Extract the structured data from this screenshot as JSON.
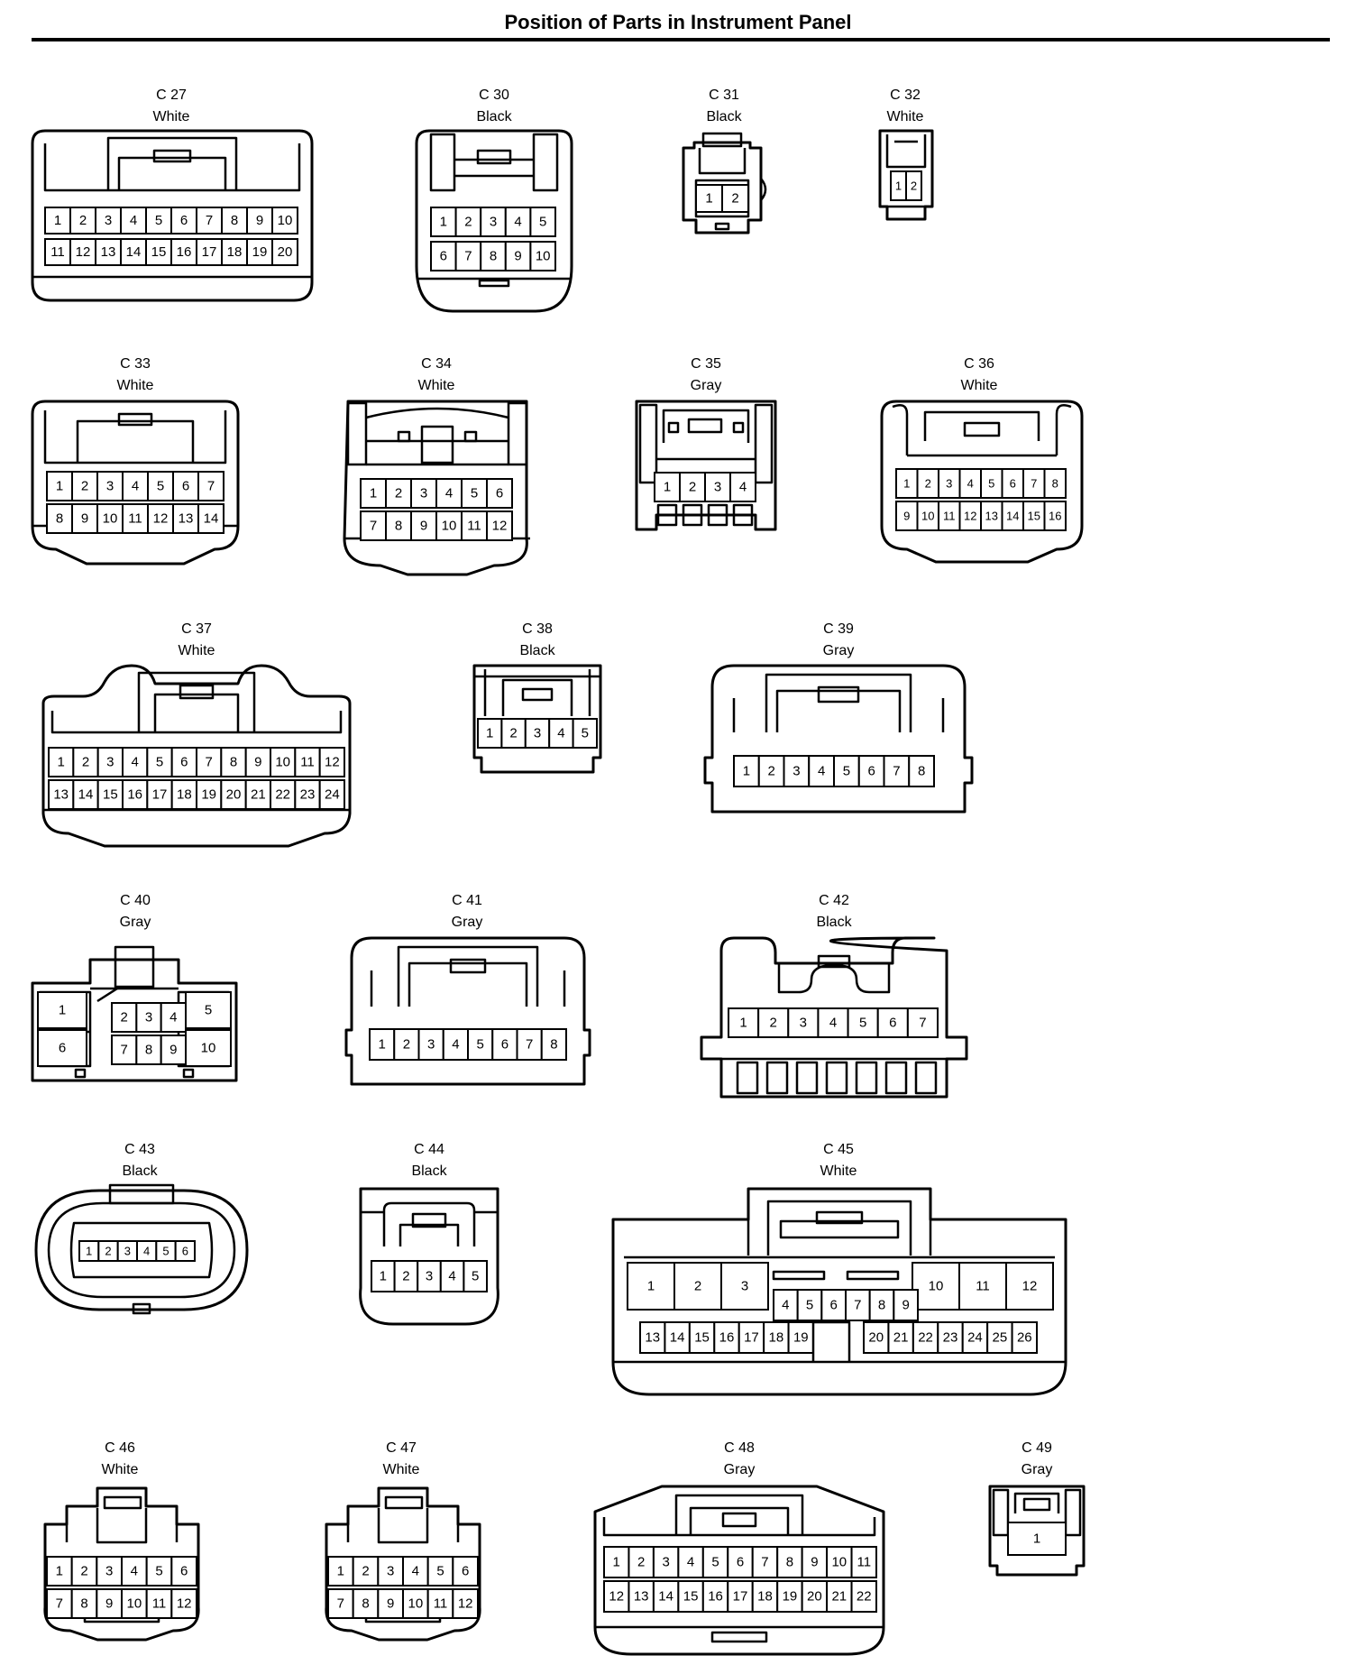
{
  "page": {
    "title": "Position of Parts in Instrument Panel"
  },
  "connectors": [
    {
      "id": "C 27",
      "color": "White"
    },
    {
      "id": "C 30",
      "color": "Black"
    },
    {
      "id": "C 31",
      "color": "Black"
    },
    {
      "id": "C 32",
      "color": "White"
    },
    {
      "id": "C 33",
      "color": "White"
    },
    {
      "id": "C 34",
      "color": "White"
    },
    {
      "id": "C 35",
      "color": "Gray"
    },
    {
      "id": "C 36",
      "color": "White"
    },
    {
      "id": "C 37",
      "color": "White"
    },
    {
      "id": "C 38",
      "color": "Black"
    },
    {
      "id": "C 39",
      "color": "Gray"
    },
    {
      "id": "C 40",
      "color": "Gray"
    },
    {
      "id": "C 41",
      "color": "Gray"
    },
    {
      "id": "C 42",
      "color": "Black"
    },
    {
      "id": "C 43",
      "color": "Black"
    },
    {
      "id": "C 44",
      "color": "Black"
    },
    {
      "id": "C 45",
      "color": "White"
    },
    {
      "id": "C 46",
      "color": "White"
    },
    {
      "id": "C 47",
      "color": "White"
    },
    {
      "id": "C 48",
      "color": "Gray"
    },
    {
      "id": "C 49",
      "color": "Gray"
    }
  ]
}
